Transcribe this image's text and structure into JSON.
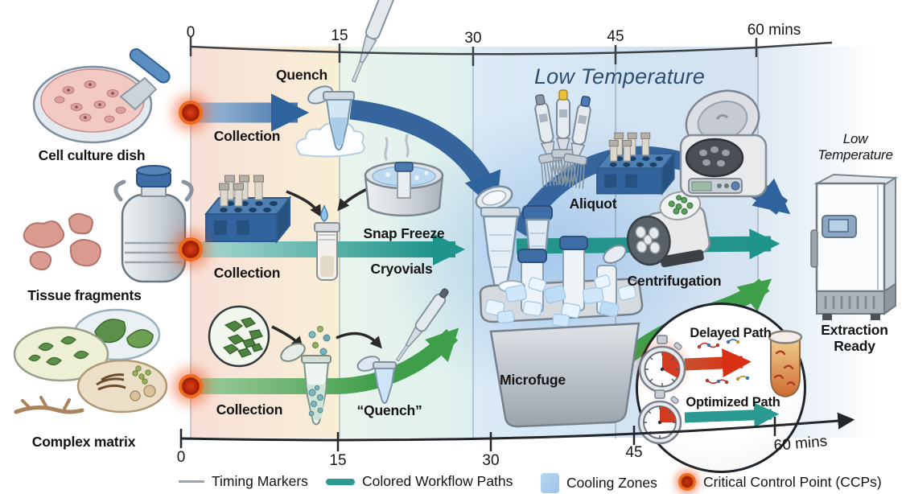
{
  "header": {
    "cooling_zone_title": "Low Temperature"
  },
  "timeline": {
    "top_ticks": [
      "0",
      "15",
      "30",
      "45",
      "60 mins"
    ],
    "bottom_ticks": [
      "0",
      "15",
      "30",
      "45",
      "60 mins"
    ]
  },
  "rows": [
    {
      "source": "Cell culture dish",
      "phase": "Collection",
      "step": "Quench"
    },
    {
      "source": "Tissue fragments",
      "phase": "Collection",
      "step": "Snap Freeze",
      "substep": "Cryovials"
    },
    {
      "source": "Complex matrix",
      "phase": "Collection",
      "step": "“Quench”"
    }
  ],
  "stations": {
    "aliquot": "Aliquot",
    "centrifugation": "Centrifugation",
    "microfuge": "Microfuge"
  },
  "destination": {
    "condition": "Low Temperature",
    "status": "Extraction Ready"
  },
  "inset": {
    "delayed_label": "Delayed Path",
    "optimized_label": "Optimized Path"
  },
  "legend": {
    "timing": "Timing Markers",
    "paths": "Colored Workflow Paths",
    "cooling": "Cooling Zones",
    "ccp": "Critical Control Point (CCPs)"
  },
  "colors": {
    "blue_path": "#2f639e",
    "teal_path": "#22948a",
    "green_path": "#3f9e49",
    "ccp_ring": "#f4731f",
    "ccp_core": "#b32405",
    "cooling_zone": "#bcd7ee",
    "zone_collection": "#f7e6da"
  }
}
